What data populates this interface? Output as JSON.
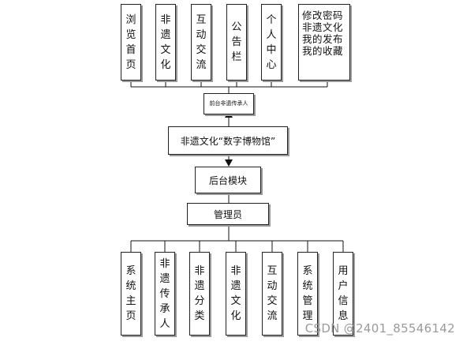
{
  "top_modules": [
    "浏览首页",
    "非遗文化",
    "互动交流",
    "公告栏",
    "个人中心"
  ],
  "top_multiline": [
    "修改密码",
    "非遗文化",
    "我的发布",
    "我的收藏"
  ],
  "frontend_label": "前台非遗传承人",
  "system_label": "非遗文化“数字博物馆”",
  "backend_label": "后台模块",
  "admin_label": "管理员",
  "bottom_modules": [
    "系统主页",
    "非遗传承人",
    "非遗分类",
    "非遗文化",
    "互动交流",
    "系统管理",
    "用户信息"
  ],
  "watermark": "CSDN @2401_85546142"
}
